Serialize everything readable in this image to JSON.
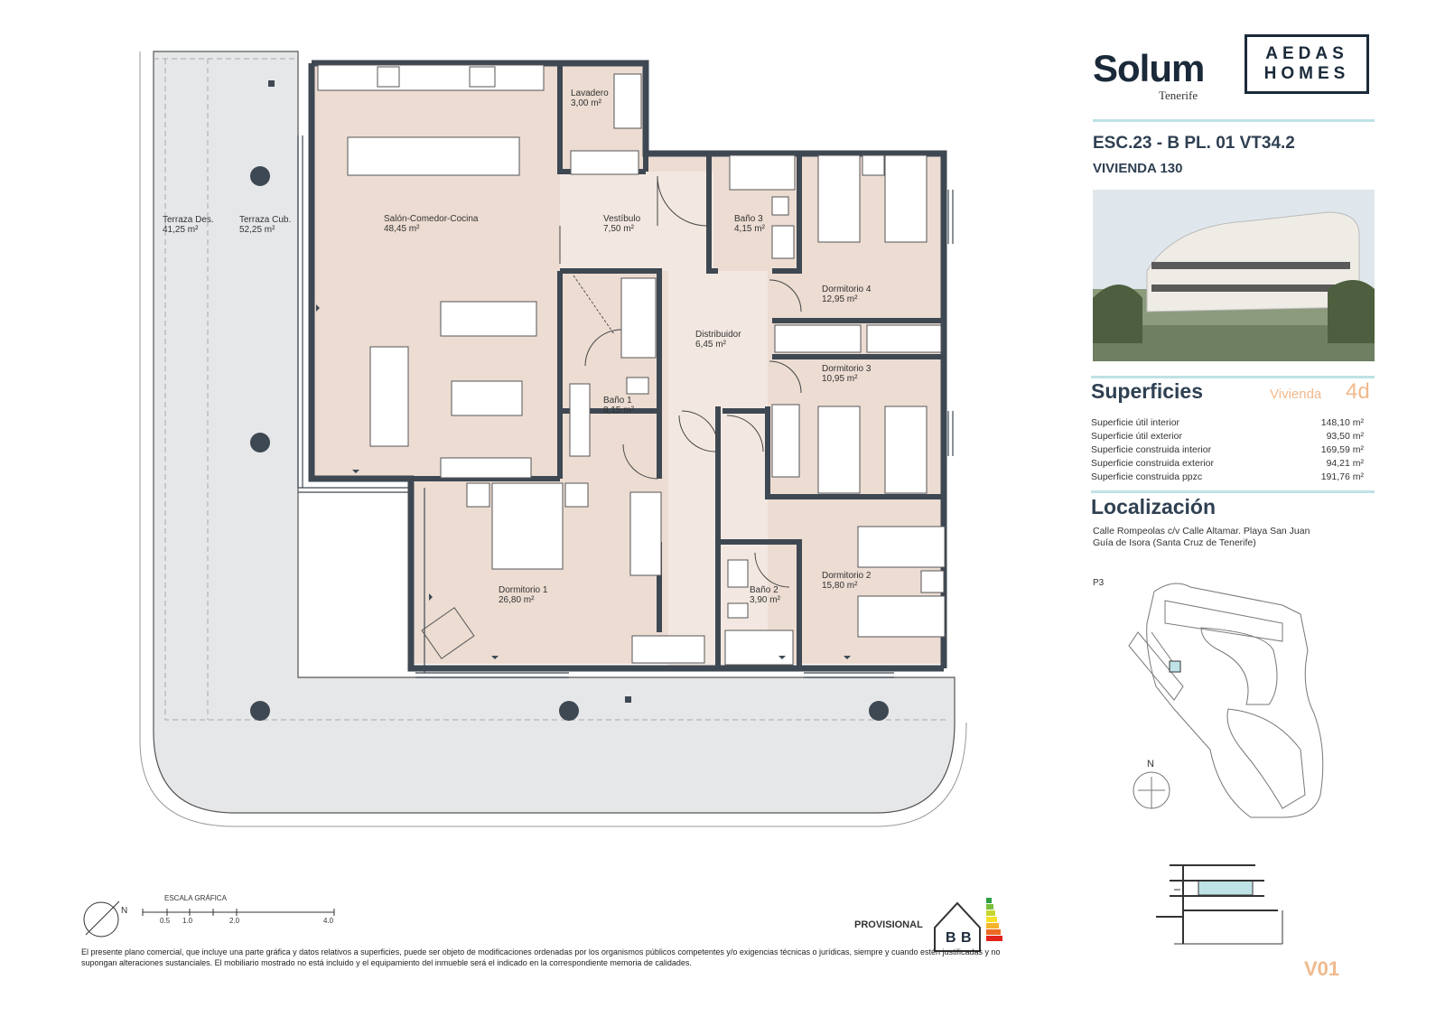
{
  "brand": {
    "name": "Solum",
    "location": "Tenerife",
    "partner_line1": "AEDAS",
    "partner_line2": "HOMES"
  },
  "unit": {
    "reference": "ESC.23 - B  PL. 01 VT34.2",
    "dwelling": "VIVIENDA 130"
  },
  "rooms": [
    {
      "name": "Terraza Des.",
      "area": "41,25 m²"
    },
    {
      "name": "Terraza Cub.",
      "area": "52,25 m²"
    },
    {
      "name": "Salón-Comedor-Cocina",
      "area": "48,45 m²"
    },
    {
      "name": "Lavadero",
      "area": "3,00 m²"
    },
    {
      "name": "Vestíbulo",
      "area": "7,50 m²"
    },
    {
      "name": "Baño 3",
      "area": "4,15 m²"
    },
    {
      "name": "Dormitorio 4",
      "area": "12,95 m²"
    },
    {
      "name": "Distribuidor",
      "area": "6,45 m²"
    },
    {
      "name": "Dormitorio 3",
      "area": "10,95 m²"
    },
    {
      "name": "Baño 1",
      "area": "8,15 m²"
    },
    {
      "name": "Dormitorio 1",
      "area": "26,80 m²"
    },
    {
      "name": "Baño 2",
      "area": "3,90 m²"
    },
    {
      "name": "Dormitorio 2",
      "area": "15,80 m²"
    }
  ],
  "surfaces": {
    "title": "Superficies",
    "type_label": "Vivienda",
    "type_value": "4d",
    "rows": [
      {
        "label": "Superficie útil interior",
        "value": "148,10 m²"
      },
      {
        "label": "Superficie útil exterior",
        "value": "93,50 m²"
      },
      {
        "label": "Superficie construida interior",
        "value": "169,59 m²"
      },
      {
        "label": "Superficie construida exterior",
        "value": "94,21 m²"
      },
      {
        "label": "Superficie construida ppzc",
        "value": "191,76 m²"
      }
    ]
  },
  "location": {
    "title": "Localización",
    "line1": "Calle Rompeolas c/v Calle Altamar. Playa San Juan",
    "line2": "Guía de Isora (Santa Cruz de Tenerife)",
    "floor": "P3",
    "north": "N"
  },
  "scale": {
    "title": "ESCALA GRÁFICA",
    "ticks": [
      "0.5",
      "1.0",
      "2.0",
      "4.0"
    ],
    "north": "N"
  },
  "energy": {
    "status": "PROVISIONAL",
    "rating1": "B",
    "rating2": "B"
  },
  "disclaimer": "El presente plano comercial, que incluye una parte gráfica y datos relativos a superficies, puede ser objeto de modificaciones ordenadas por los organismos públicos competentes y/o exigencias técnicas o jurídicas, siempre y cuando estén justificadas y no supongan alteraciones sustanciales. El mobiliario mostrado no está incluido y el equipamiento del inmueble será el indicado en la correspondiente memoria de calidades.",
  "version": "V01",
  "colors": {
    "wall": "#3e4852",
    "room": "#ecdcd2",
    "terrace": "#e6e7e9",
    "accent_teal": "#bfe2e6",
    "accent_orange": "#f0b98c",
    "text_dark": "#2f4052"
  }
}
